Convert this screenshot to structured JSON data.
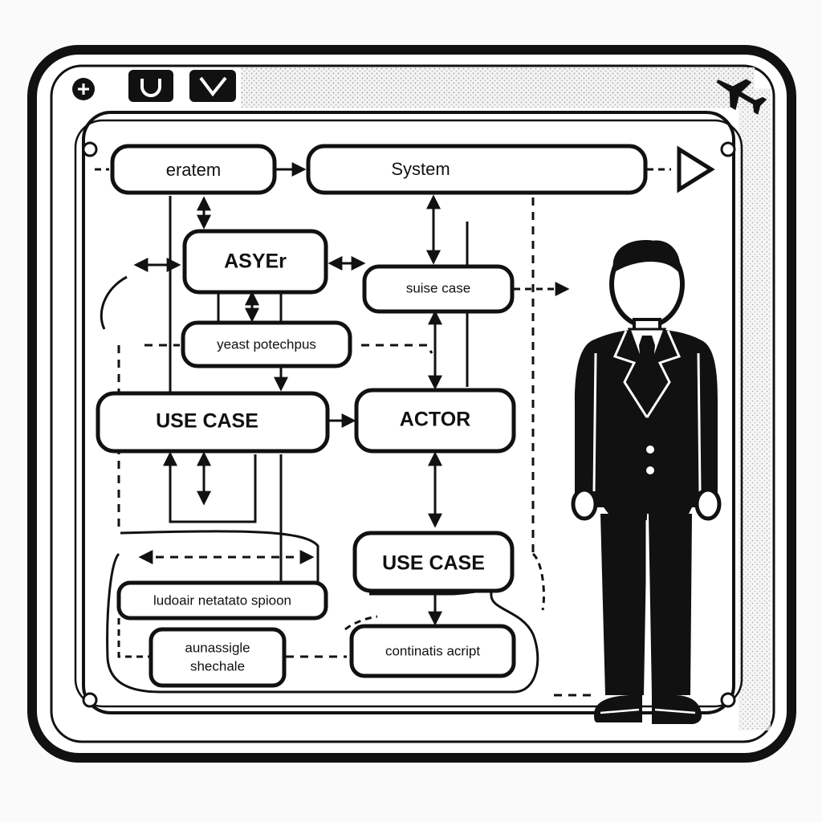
{
  "window": {
    "buttons": [
      {
        "name": "plus-button",
        "glyph": "+"
      },
      {
        "name": "cup-button",
        "glyph": "∪"
      },
      {
        "name": "check-button",
        "glyph": "✓"
      }
    ],
    "plane_icon": "airplane-icon"
  },
  "diagram": {
    "eratem": "eratem",
    "system": "System",
    "asyer": "ASYEr",
    "suise_case": "suise case",
    "yeast": "yeast potechpus",
    "use_case_1": "USE CASE",
    "actor": "ACTOR",
    "use_case_2": "USE CASE",
    "ludoair": "ludoair netatato spioon",
    "aunassigle_1": "aunassigle",
    "aunassigle_2": "shechale",
    "continatis": "continatis acript"
  },
  "figure": {
    "icon": "businessman-figure"
  },
  "colors": {
    "ink": "#111111",
    "panel": "#ffffff",
    "border": "#111111"
  }
}
